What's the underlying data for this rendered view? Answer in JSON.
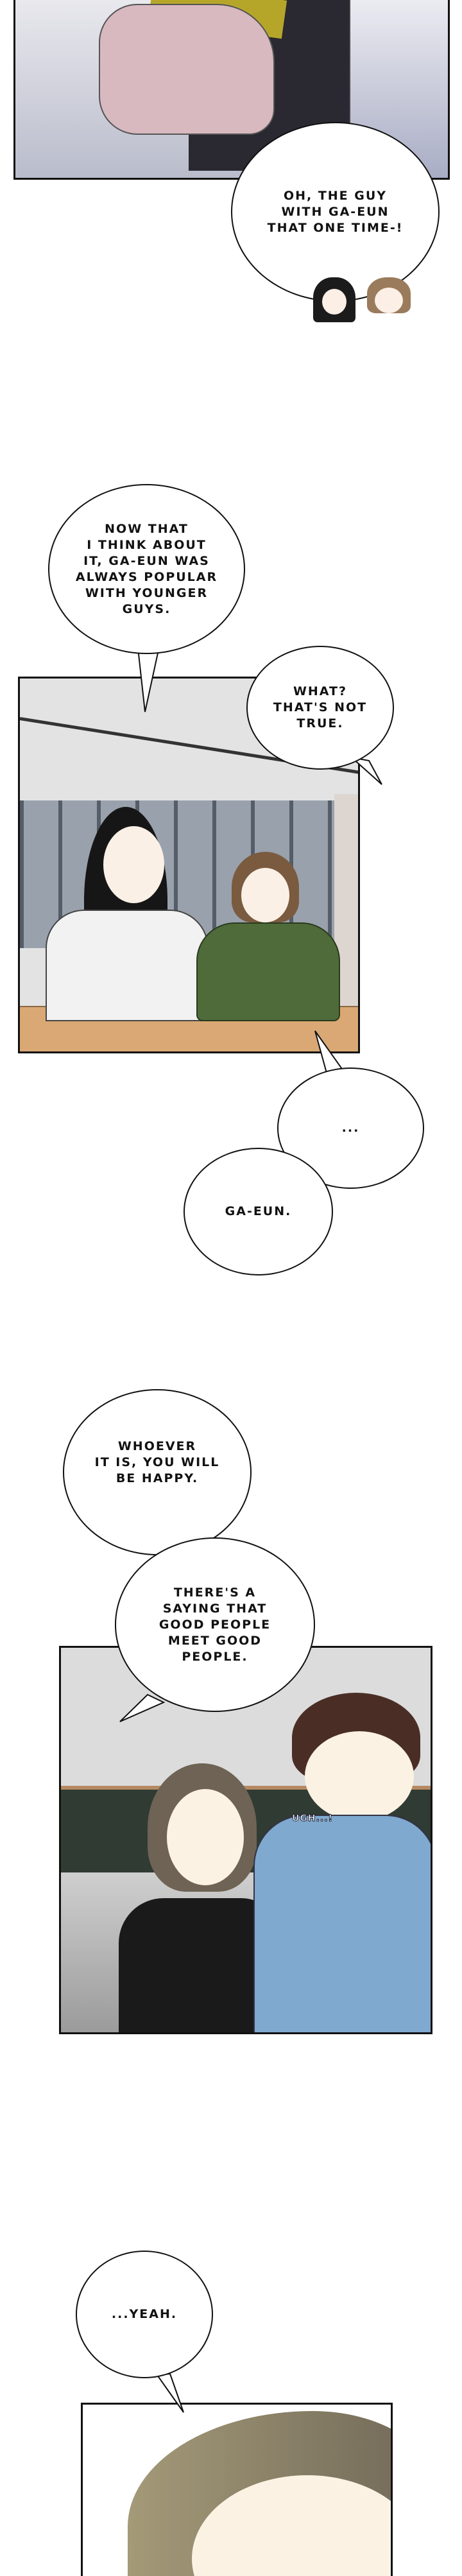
{
  "bubbles": {
    "b1": "OH, THE GUY\nWITH GA-EUN\nTHAT ONE TIME-!",
    "b2": "NOW THAT\nI THINK ABOUT\nIT, GA-EUN WAS\nALWAYS POPULAR\nWITH YOUNGER\nGUYS.",
    "b3": "WHAT?\nTHAT'S NOT\nTRUE.",
    "b4": "...",
    "b5": "GA-EUN.",
    "b6": "WHOEVER\nIT IS, YOU WILL\nBE HAPPY.",
    "b7": "THERE'S A\nSAYING THAT\nGOOD PEOPLE\nMEET GOOD\nPEOPLE.",
    "b8": "...YEAH."
  },
  "sfx": {
    "ugh": "UGH...!"
  },
  "colors": {
    "ink": "#111111",
    "sweater_green": "#4f6b3a",
    "shirt_blue": "#7fa9cf",
    "cafe_wall": "#d9d9d9"
  }
}
